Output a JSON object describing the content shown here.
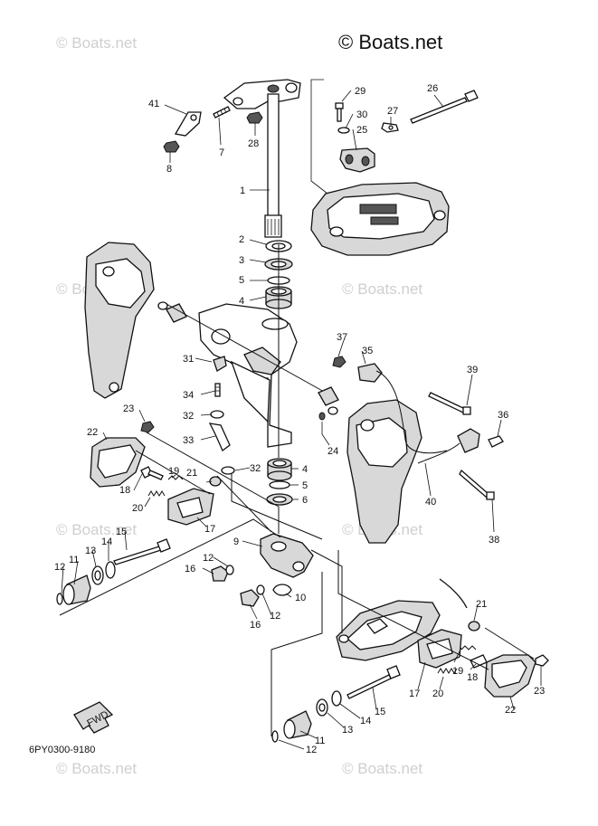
{
  "watermark": {
    "main": "© Boats.net",
    "faint": "© Boats.net"
  },
  "diagram_code": "6PY0300-9180",
  "fwd_label": "FWD",
  "callouts": {
    "c1": "1",
    "c2": "2",
    "c3": "3",
    "c4a": "4",
    "c4b": "4",
    "c5a": "5",
    "c5b": "5",
    "c6": "6",
    "c7": "7",
    "c8": "8",
    "c9": "9",
    "c10": "10",
    "c11a": "11",
    "c11b": "11",
    "c12a": "12",
    "c12b": "12",
    "c12c": "12",
    "c12d": "12",
    "c13a": "13",
    "c13b": "13",
    "c14a": "14",
    "c14b": "14",
    "c15a": "15",
    "c15b": "15",
    "c16a": "16",
    "c16b": "16",
    "c17a": "17",
    "c17b": "17",
    "c18a": "18",
    "c18b": "18",
    "c19a": "19",
    "c19b": "19",
    "c20a": "20",
    "c20b": "20",
    "c21a": "21",
    "c21b": "21",
    "c22a": "22",
    "c22b": "22",
    "c23a": "23",
    "c23b": "23",
    "c24": "24",
    "c25": "25",
    "c26": "26",
    "c27": "27",
    "c28": "28",
    "c29": "29",
    "c30": "30",
    "c31": "31",
    "c32a": "32",
    "c32b": "32",
    "c33": "33",
    "c34": "34",
    "c35": "35",
    "c36": "36",
    "c37": "37",
    "c38": "38",
    "c39": "39",
    "c40": "40",
    "c41": "41"
  }
}
